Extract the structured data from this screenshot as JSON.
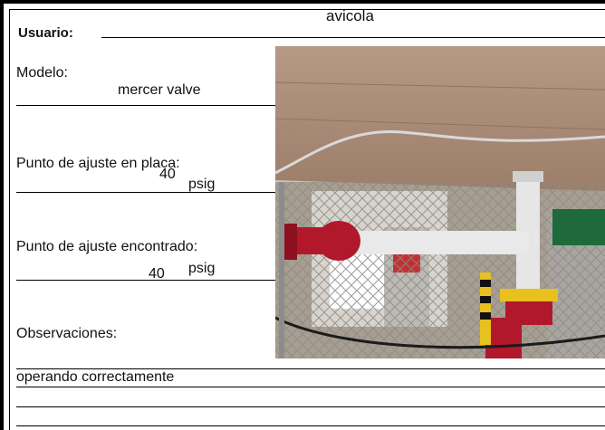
{
  "form": {
    "usuario_label": "Usuario:",
    "usuario_value": "avicola",
    "modelo_label": "Modelo:",
    "modelo_value": "mercer valve",
    "placa_label": "Punto de ajuste en placa:",
    "placa_value": "40",
    "placa_unit": "psig",
    "encontrado_label": "Punto de ajuste encontrado:",
    "encontrado_value": "40",
    "encontrado_unit": "psig",
    "observaciones_label": "Observaciones:",
    "observaciones_value": "operando correctamente"
  },
  "photo": {
    "subject": "relief-valve-installation",
    "colors": {
      "ceiling": "#a88a74",
      "pipe": "#e6e6e6",
      "valve_red": "#b2182b",
      "flange_yellow": "#e8c020",
      "tank_green": "#1e6a3a"
    }
  }
}
